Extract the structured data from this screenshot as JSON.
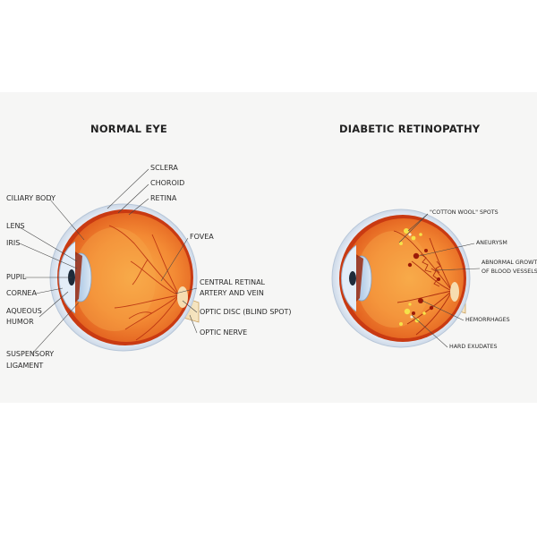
{
  "titles": {
    "normal": "NORMAL EYE",
    "diabetic": "DIABETIC RETINOPATHY"
  },
  "normal_labels": {
    "sclera": "SCLERA",
    "choroid": "CHOROID",
    "retina": "RETINA",
    "ciliary_body": "CILIARY BODY",
    "lens": "LENS",
    "iris": "IRIS",
    "fovea": "FOVEA",
    "pupil": "PUPIL",
    "cornea": "CORNEA",
    "aqueous_humor_1": "AQUEOUS",
    "aqueous_humor_2": "HUMOR",
    "central_retinal_1": "CENTRAL RETINAL",
    "central_retinal_2": "ARTERY AND VEIN",
    "optic_disc": "OPTIC DISC (BLIND SPOT)",
    "optic_nerve": "OPTIC NERVE",
    "suspensory_1": "SUSPENSORY",
    "suspensory_2": "LIGAMENT"
  },
  "diabetic_labels": {
    "cotton_wool": "\"COTTON WOOL\" SPOTS",
    "aneurysm": "ANEURYSM",
    "abnormal_growth_1": "ABNORMAL GROWTH",
    "abnormal_growth_2": "OF BLOOD VESSELS",
    "hemorrhages": "HEMORRHAGES",
    "hard_exudates": "HARD EXUDATES"
  },
  "colors": {
    "panel_background": "#f6f6f5",
    "retina_inner": "#f7a040",
    "retina_outer": "#e8641e",
    "vessel": "#b62b0e",
    "sclera": "#e9eff7",
    "lens": "#c9dcf0",
    "exudate": "#f5e24a",
    "optic_nerve": "#f2d9a8"
  }
}
